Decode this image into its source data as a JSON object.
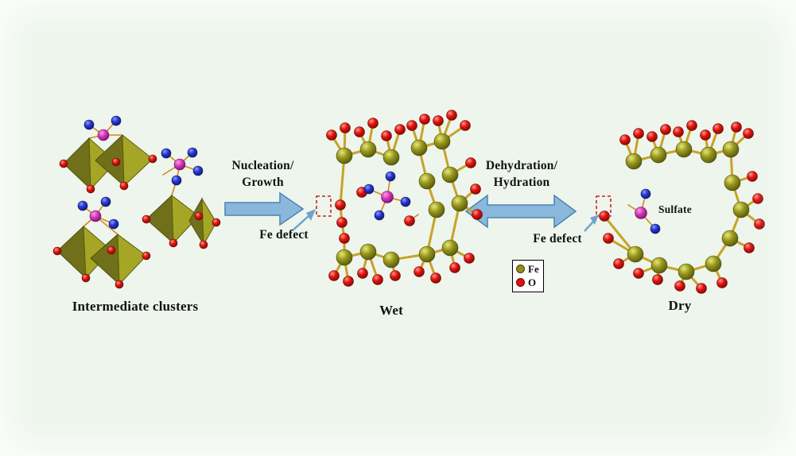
{
  "figure": {
    "labels": {
      "intermediate_clusters": "Intermediate clusters",
      "wet": "Wet",
      "dry": "Dry",
      "fe_defect_left": "Fe defect",
      "fe_defect_right": "Fe defect",
      "sulfate": "Sulfate"
    },
    "arrows": {
      "forward": {
        "line1": "Nucleation/",
        "line2": "Growth"
      },
      "reversible": {
        "line1": "Dehydration/",
        "line2": "Hydration"
      }
    },
    "legend": {
      "items": [
        {
          "symbol": "Fe",
          "color": "#8f8f1a"
        },
        {
          "symbol": "O",
          "color": "#e01410"
        }
      ]
    },
    "colors": {
      "background": "#edf5ec",
      "fe_atom": "#8f8f1a",
      "o_atom": "#e01410",
      "s_atom": "#d42bb8",
      "n_blue_atom": "#2033cc",
      "bond": "#c9a227",
      "arrow_fill": "#8ab8dd",
      "arrow_stroke": "#4d82b0",
      "defect_box": "#cc2222"
    }
  }
}
